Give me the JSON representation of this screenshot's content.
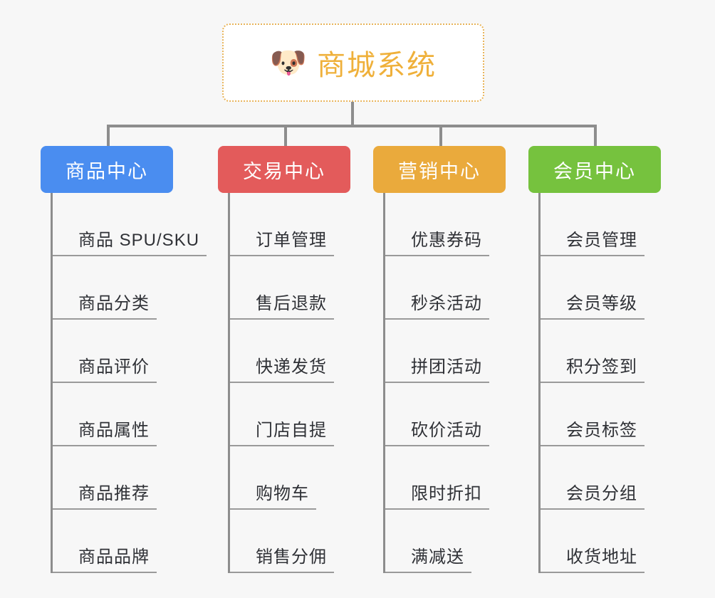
{
  "page": {
    "background": "#f7f7f7",
    "type": "mindmap"
  },
  "root": {
    "title": "商城系统",
    "icon": "shiba-dog-face-icon",
    "icon_glyph": "🐶",
    "text_color": "#efb03a",
    "border_color": "#e8b45a",
    "background": "#ffffff"
  },
  "connector": {
    "color": "#8d8d8d"
  },
  "branches": [
    {
      "label": "商品中心",
      "color": "#4a8df0",
      "children": [
        {
          "label": "商品 SPU/SKU"
        },
        {
          "label": "商品分类"
        },
        {
          "label": "商品评价"
        },
        {
          "label": "商品属性"
        },
        {
          "label": "商品推荐"
        },
        {
          "label": "商品品牌"
        }
      ]
    },
    {
      "label": "交易中心",
      "color": "#e35b5b",
      "children": [
        {
          "label": "订单管理"
        },
        {
          "label": "售后退款"
        },
        {
          "label": "快递发货"
        },
        {
          "label": "门店自提"
        },
        {
          "label": "购物车"
        },
        {
          "label": "销售分佣"
        }
      ]
    },
    {
      "label": "营销中心",
      "color": "#eaaa3c",
      "children": [
        {
          "label": "优惠券码"
        },
        {
          "label": "秒杀活动"
        },
        {
          "label": "拼团活动"
        },
        {
          "label": "砍价活动"
        },
        {
          "label": "限时折扣"
        },
        {
          "label": "满减送"
        }
      ]
    },
    {
      "label": "会员中心",
      "color": "#76c23e",
      "children": [
        {
          "label": "会员管理"
        },
        {
          "label": "会员等级"
        },
        {
          "label": "积分签到"
        },
        {
          "label": "会员标签"
        },
        {
          "label": "会员分组"
        },
        {
          "label": "收货地址"
        }
      ]
    }
  ]
}
